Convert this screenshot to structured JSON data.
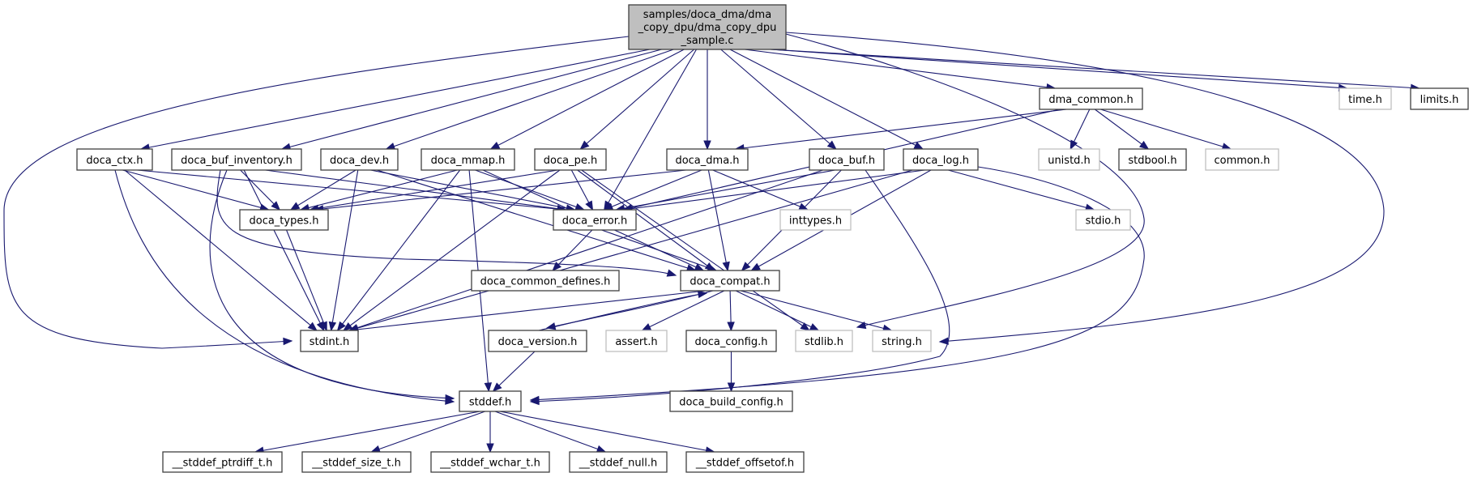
{
  "graph": {
    "edge_color": "#191970",
    "main_fill": "#bfbfbf",
    "nodes": [
      {
        "id": "main",
        "label_lines": [
          "samples/doca_dma/dma",
          "_copy_dpu/dma_copy_dpu",
          "_sample.c"
        ],
        "documented": true,
        "current": true
      },
      {
        "id": "doca_ctx",
        "label": "doca_ctx.h",
        "documented": true
      },
      {
        "id": "doca_buf_inventory",
        "label": "doca_buf_inventory.h",
        "documented": true
      },
      {
        "id": "doca_dev",
        "label": "doca_dev.h",
        "documented": true
      },
      {
        "id": "doca_mmap",
        "label": "doca_mmap.h",
        "documented": true
      },
      {
        "id": "doca_pe",
        "label": "doca_pe.h",
        "documented": true
      },
      {
        "id": "doca_dma",
        "label": "doca_dma.h",
        "documented": true
      },
      {
        "id": "doca_buf",
        "label": "doca_buf.h",
        "documented": true
      },
      {
        "id": "doca_log",
        "label": "doca_log.h",
        "documented": true
      },
      {
        "id": "dma_common",
        "label": "dma_common.h",
        "documented": true
      },
      {
        "id": "time",
        "label": "time.h",
        "documented": false
      },
      {
        "id": "limits",
        "label": "limits.h",
        "documented": true
      },
      {
        "id": "unistd",
        "label": "unistd.h",
        "documented": false
      },
      {
        "id": "stdbool",
        "label": "stdbool.h",
        "documented": true
      },
      {
        "id": "common",
        "label": "common.h",
        "documented": false
      },
      {
        "id": "doca_types",
        "label": "doca_types.h",
        "documented": true
      },
      {
        "id": "doca_error",
        "label": "doca_error.h",
        "documented": true
      },
      {
        "id": "inttypes",
        "label": "inttypes.h",
        "documented": false
      },
      {
        "id": "stdio",
        "label": "stdio.h",
        "documented": false
      },
      {
        "id": "doca_common_defines",
        "label": "doca_common_defines.h",
        "documented": true
      },
      {
        "id": "doca_compat",
        "label": "doca_compat.h",
        "documented": true
      },
      {
        "id": "stdint",
        "label": "stdint.h",
        "documented": true
      },
      {
        "id": "doca_version",
        "label": "doca_version.h",
        "documented": true
      },
      {
        "id": "assert",
        "label": "assert.h",
        "documented": false
      },
      {
        "id": "doca_config",
        "label": "doca_config.h",
        "documented": true
      },
      {
        "id": "stdlib",
        "label": "stdlib.h",
        "documented": false
      },
      {
        "id": "string",
        "label": "string.h",
        "documented": false
      },
      {
        "id": "stddef",
        "label": "stddef.h",
        "documented": true
      },
      {
        "id": "doca_build_config",
        "label": "doca_build_config.h",
        "documented": true
      },
      {
        "id": "stddef_ptrdiff",
        "label": "__stddef_ptrdiff_t.h",
        "documented": true
      },
      {
        "id": "stddef_size",
        "label": "__stddef_size_t.h",
        "documented": true
      },
      {
        "id": "stddef_wchar",
        "label": "__stddef_wchar_t.h",
        "documented": true
      },
      {
        "id": "stddef_null",
        "label": "__stddef_null.h",
        "documented": true
      },
      {
        "id": "stddef_offsetof",
        "label": "__stddef_offsetof.h",
        "documented": true
      }
    ],
    "edges": [
      [
        "main",
        "stdint"
      ],
      [
        "main",
        "doca_ctx"
      ],
      [
        "main",
        "doca_buf_inventory"
      ],
      [
        "main",
        "doca_dev"
      ],
      [
        "main",
        "doca_mmap"
      ],
      [
        "main",
        "doca_pe"
      ],
      [
        "main",
        "doca_error"
      ],
      [
        "main",
        "doca_dma"
      ],
      [
        "main",
        "doca_buf"
      ],
      [
        "main",
        "doca_log"
      ],
      [
        "main",
        "dma_common"
      ],
      [
        "main",
        "time"
      ],
      [
        "main",
        "limits"
      ],
      [
        "main",
        "stdlib"
      ],
      [
        "main",
        "string"
      ],
      [
        "doca_ctx",
        "doca_types"
      ],
      [
        "doca_ctx",
        "doca_error"
      ],
      [
        "doca_ctx",
        "stdint"
      ],
      [
        "doca_ctx",
        "stddef"
      ],
      [
        "doca_buf_inventory",
        "doca_types"
      ],
      [
        "doca_buf_inventory",
        "doca_error"
      ],
      [
        "doca_buf_inventory",
        "doca_compat"
      ],
      [
        "doca_buf_inventory",
        "stdint"
      ],
      [
        "doca_buf_inventory",
        "stddef"
      ],
      [
        "doca_dev",
        "doca_types"
      ],
      [
        "doca_dev",
        "doca_error"
      ],
      [
        "doca_dev",
        "doca_compat"
      ],
      [
        "doca_dev",
        "stdint"
      ],
      [
        "doca_mmap",
        "doca_types"
      ],
      [
        "doca_mmap",
        "doca_error"
      ],
      [
        "doca_mmap",
        "doca_compat"
      ],
      [
        "doca_mmap",
        "stdint"
      ],
      [
        "doca_mmap",
        "stddef"
      ],
      [
        "doca_pe",
        "doca_types"
      ],
      [
        "doca_pe",
        "doca_error"
      ],
      [
        "doca_pe",
        "doca_compat"
      ],
      [
        "doca_pe",
        "stdint"
      ],
      [
        "doca_pe",
        "stdlib"
      ],
      [
        "doca_dma",
        "doca_types"
      ],
      [
        "doca_dma",
        "doca_error"
      ],
      [
        "doca_dma",
        "doca_compat"
      ],
      [
        "doca_dma",
        "inttypes"
      ],
      [
        "doca_buf",
        "doca_error"
      ],
      [
        "doca_buf",
        "doca_compat"
      ],
      [
        "doca_buf",
        "stdint"
      ],
      [
        "doca_buf",
        "stddef"
      ],
      [
        "doca_log",
        "doca_error"
      ],
      [
        "doca_log",
        "doca_compat"
      ],
      [
        "doca_log",
        "stdint"
      ],
      [
        "doca_log",
        "stdio"
      ],
      [
        "doca_log",
        "stddef"
      ],
      [
        "dma_common",
        "doca_dma"
      ],
      [
        "dma_common",
        "doca_error"
      ],
      [
        "dma_common",
        "unistd"
      ],
      [
        "dma_common",
        "stdbool"
      ],
      [
        "dma_common",
        "common"
      ],
      [
        "doca_types",
        "stdint"
      ],
      [
        "doca_error",
        "doca_common_defines"
      ],
      [
        "doca_error",
        "doca_compat"
      ],
      [
        "doca_compat",
        "stdint"
      ],
      [
        "doca_compat",
        "doca_version"
      ],
      [
        "doca_compat",
        "assert"
      ],
      [
        "doca_compat",
        "doca_config"
      ],
      [
        "doca_compat",
        "stdlib"
      ],
      [
        "doca_compat",
        "string"
      ],
      [
        "doca_version",
        "doca_compat"
      ],
      [
        "doca_version",
        "stddef"
      ],
      [
        "doca_config",
        "doca_build_config"
      ],
      [
        "stddef",
        "stddef_ptrdiff"
      ],
      [
        "stddef",
        "stddef_size"
      ],
      [
        "stddef",
        "stddef_wchar"
      ],
      [
        "stddef",
        "stddef_null"
      ],
      [
        "stddef",
        "stddef_offsetof"
      ]
    ]
  }
}
